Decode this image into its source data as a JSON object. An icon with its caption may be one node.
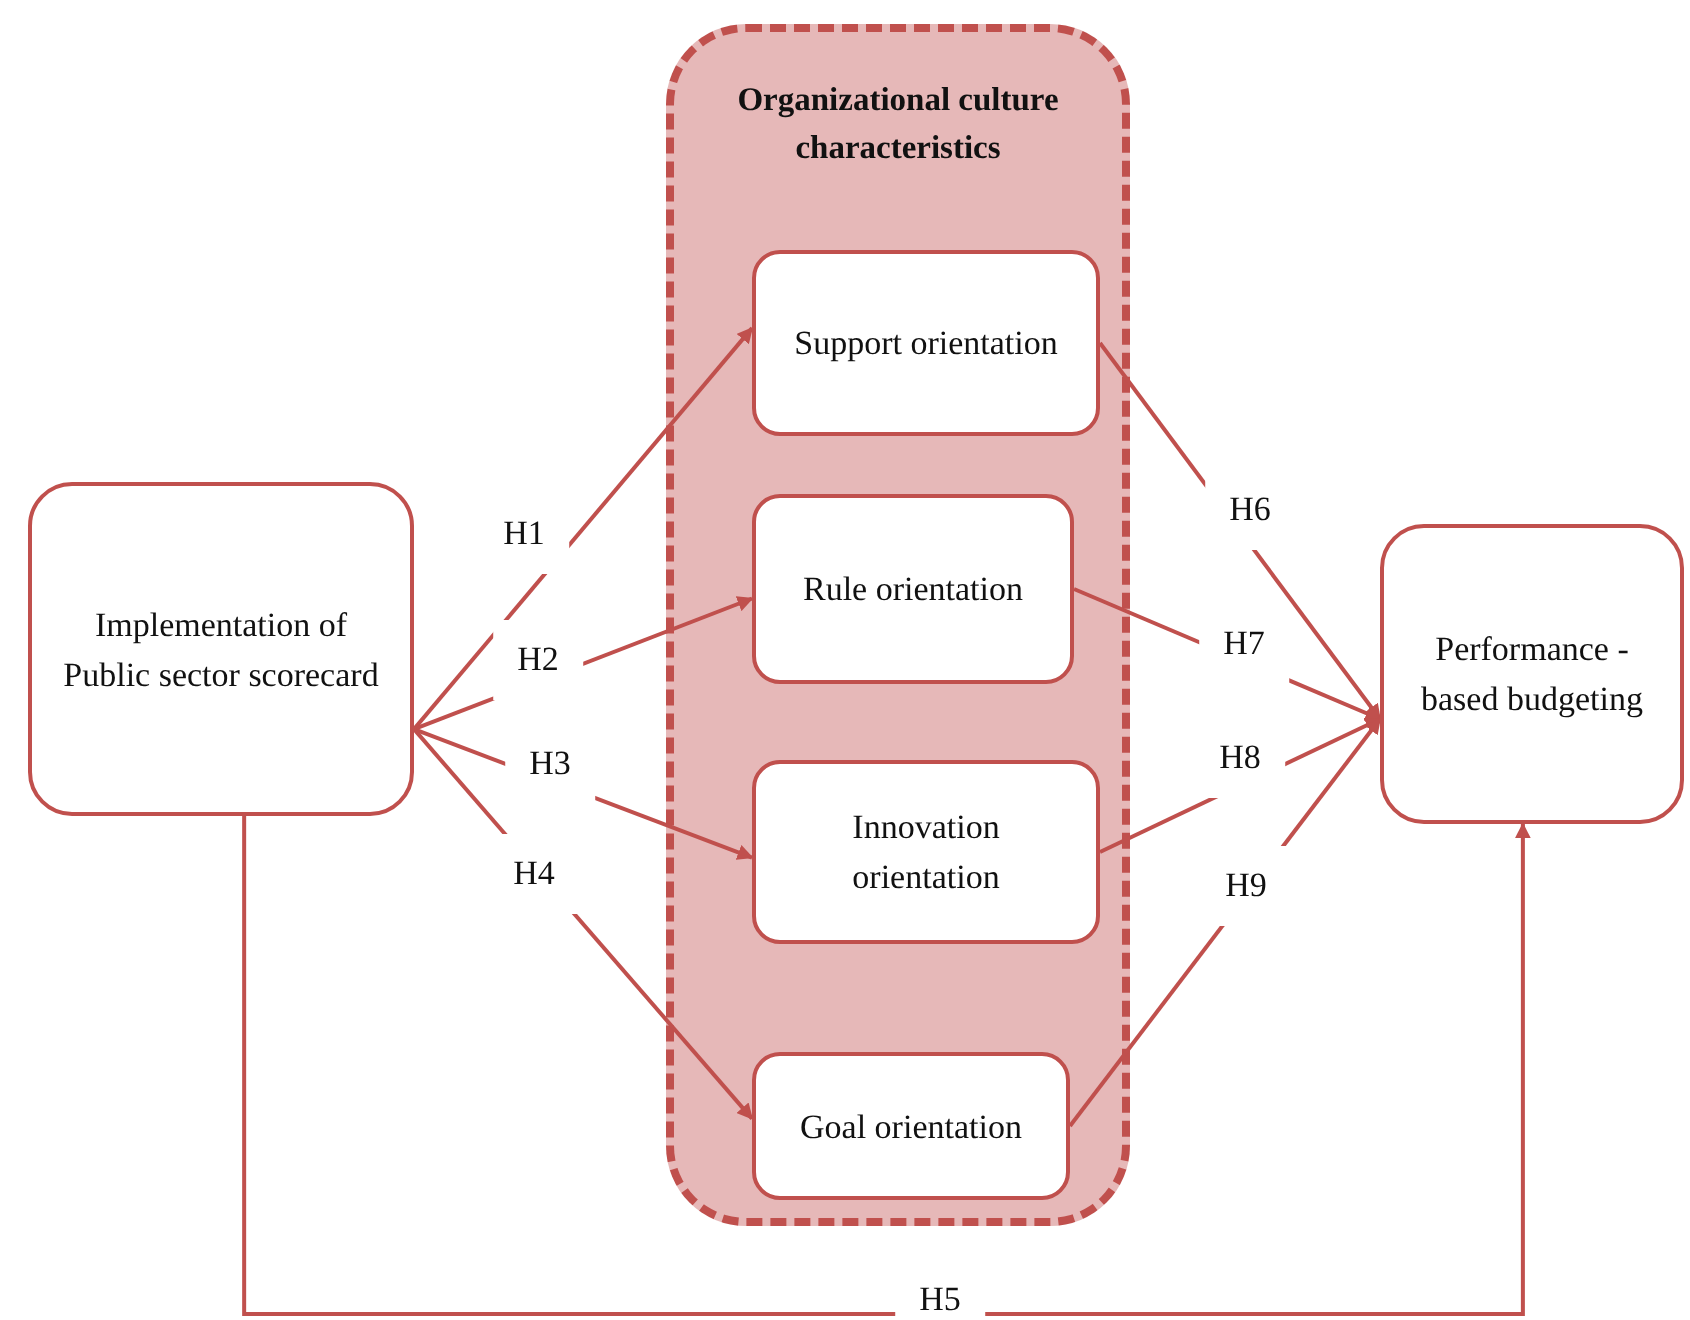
{
  "diagram": {
    "nodes": [
      {
        "text": [
          "Implementation of Public sector scorecard"
        ]
      },
      {
        "text": [
          "Organizational culture characteristics"
        ]
      },
      {
        "text": [
          "Support orientation"
        ],
        "in": 1
      },
      {
        "text": [
          "Rule orientation"
        ],
        "in": 1
      },
      {
        "text": [
          "Innovation orientation"
        ],
        "in": 1
      },
      {
        "text": [
          "Goal orientation"
        ],
        "in": 1
      },
      {
        "text": [
          "Performance -based budgeting"
        ]
      }
    ],
    "edges": [
      {
        "from": 0,
        "to": 2,
        "arrow": "to",
        "label": "H1"
      },
      {
        "from": 0,
        "to": 3,
        "arrow": "to",
        "label": "H2"
      },
      {
        "from": 0,
        "to": 4,
        "arrow": "to",
        "label": "H3"
      },
      {
        "from": 0,
        "to": 5,
        "arrow": "to",
        "label": "H4"
      },
      {
        "from": 0,
        "to": 6,
        "arrow": "to",
        "label": "H5"
      },
      {
        "from": 2,
        "to": 6,
        "arrow": "to",
        "label": "H6"
      },
      {
        "from": 3,
        "to": 6,
        "arrow": "to",
        "label": "H7"
      },
      {
        "from": 4,
        "to": 6,
        "arrow": "to",
        "label": "H8"
      },
      {
        "from": 5,
        "to": 6,
        "arrow": "to",
        "label": "H9"
      }
    ]
  }
}
